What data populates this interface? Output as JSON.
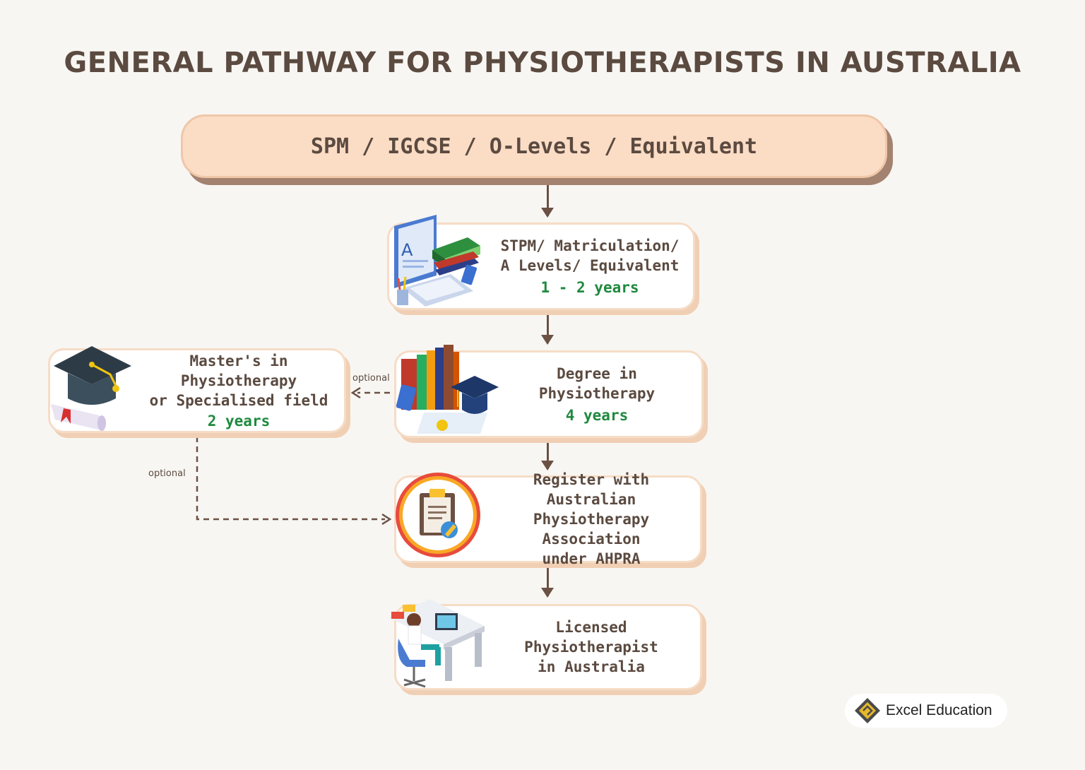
{
  "title": "GENERAL PATHWAY FOR PHYSIOTHERAPISTS IN AUSTRALIA",
  "top_box": "SPM / IGCSE / O-Levels / Equivalent",
  "steps": {
    "stpm": {
      "line1": "STPM/ Matriculation/",
      "line2": "A Levels/ Equivalent",
      "years": "1 - 2 years"
    },
    "degree": {
      "line1": "Degree in Physiotherapy",
      "years": "4 years"
    },
    "masters": {
      "line1": "Master's in Physiotherapy",
      "line2": "or Specialised field",
      "years": "2 years"
    },
    "register": {
      "line1": "Register with Australian",
      "line2": "Physiotherapy Association",
      "line3": "under AHPRA"
    },
    "licensed": {
      "line1": "Licensed Physiotherapist",
      "line2": "in Australia"
    }
  },
  "labels": {
    "optional_1": "optional",
    "optional_2": "optional"
  },
  "logo": {
    "text": "Excel Education"
  },
  "colors": {
    "years_green": "#1f8a3e",
    "arrow_brown": "#6b5144",
    "top_box_fill": "#fbdcc5",
    "background": "#f8f6f2"
  }
}
